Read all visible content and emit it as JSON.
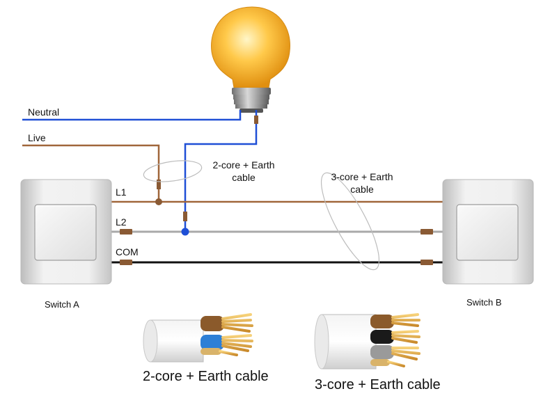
{
  "labels": {
    "neutral": "Neutral",
    "live": "Live",
    "l1": "L1",
    "l2": "L2",
    "com": "COM",
    "switch_a": "Switch A",
    "switch_b": "Switch B",
    "cable_2core_line1": "2-core + Earth",
    "cable_2core_line2": "cable",
    "cable_3core_line1": "3-core + Earth",
    "cable_3core_line2": "cable",
    "caption_2core": "2-core + Earth cable",
    "caption_3core": "3-core + Earth cable"
  },
  "colors": {
    "neutral_wire": "#1f4fd6",
    "live_wire": "#a0663a",
    "l2_wire": "#a9a9a9",
    "com_wire": "#111111",
    "connector": "#8a5a34",
    "bulb_glass": "#f6b12a",
    "switch_plate": "#e6e6e6"
  }
}
